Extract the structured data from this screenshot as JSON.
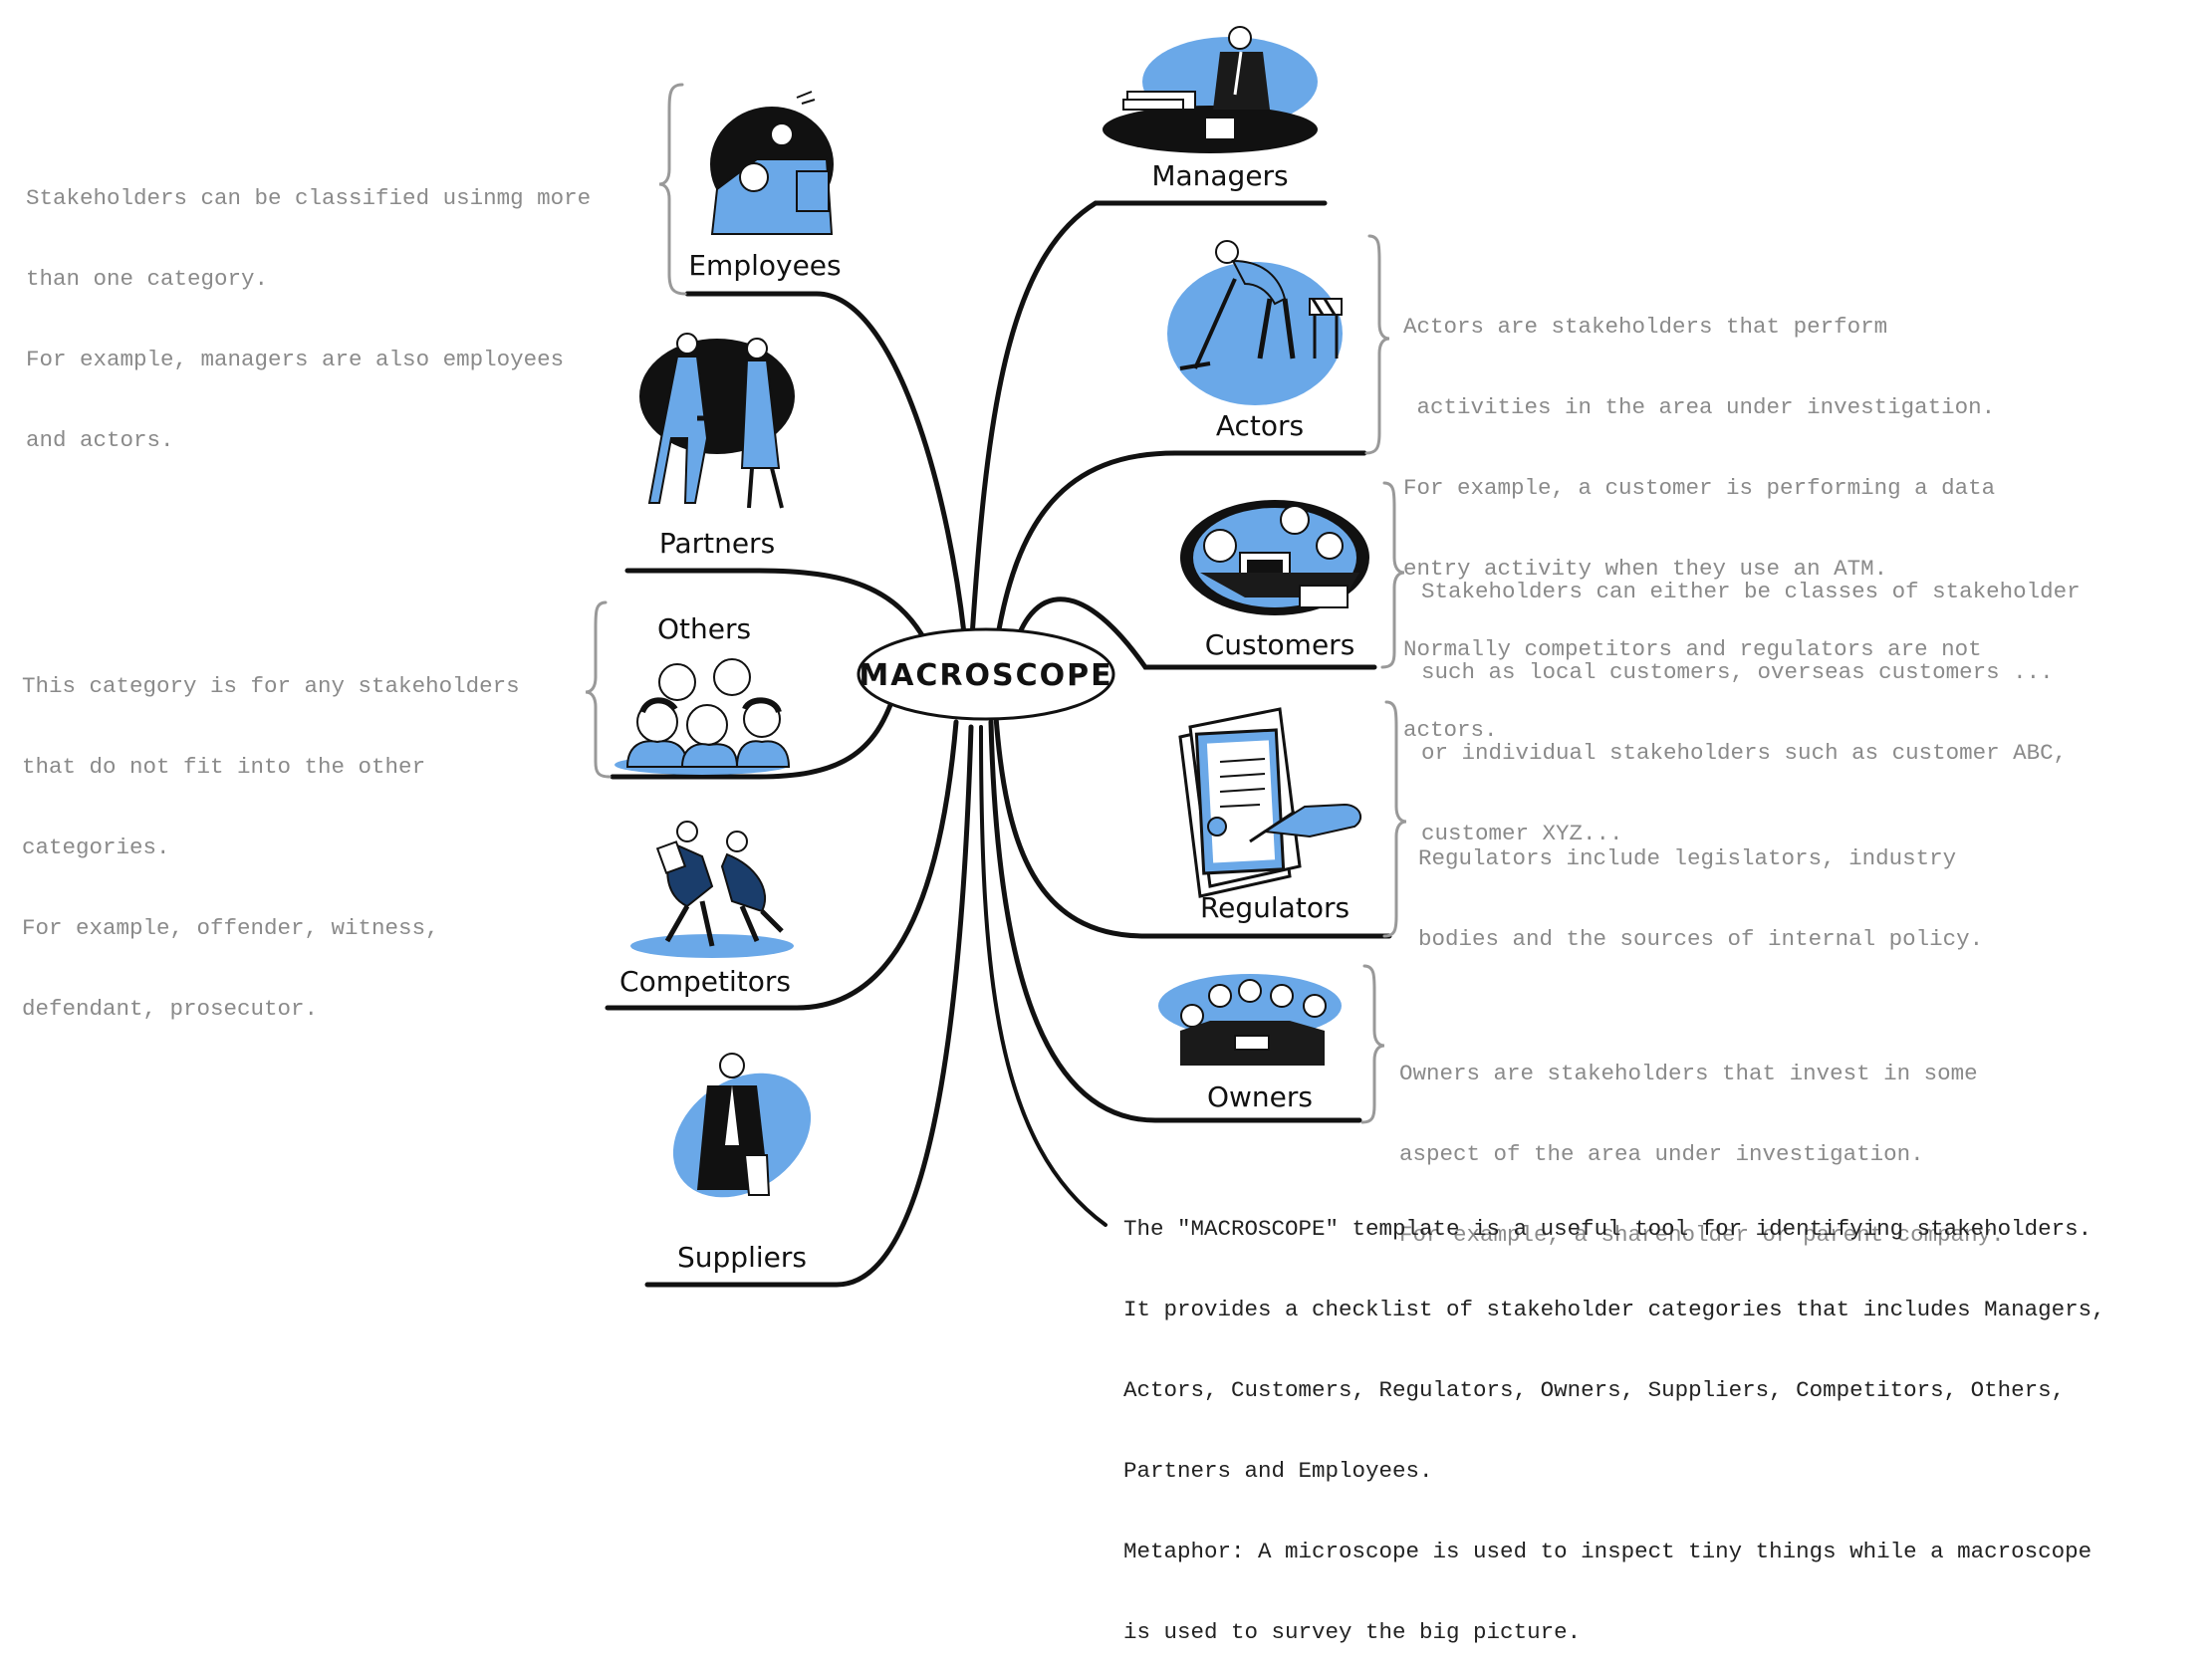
{
  "center": {
    "label": "MACROSCOPE"
  },
  "branches": {
    "managers": "Managers",
    "actors": "Actors",
    "customers": "Customers",
    "regulators": "Regulators",
    "owners": "Owners",
    "employees": "Employees",
    "partners": "Partners",
    "others": "Others",
    "competitors": "Competitors",
    "suppliers": "Suppliers"
  },
  "notes": {
    "employees": [
      "Stakeholders can be classified usinmg more",
      "than one category.",
      "For example, managers are also employees",
      "and actors."
    ],
    "others": [
      "This category is for any stakeholders",
      "that do not fit into the other",
      "categories.",
      "For example, offender, witness,",
      "defendant, prosecutor."
    ],
    "actors": [
      "Actors are stakeholders that perform",
      " activities in the area under investigation.",
      "For example, a customer is performing a data",
      "entry activity when they use an ATM.",
      "Normally competitors and regulators are not",
      "actors."
    ],
    "customers": [
      "Stakeholders can either be classes of stakeholder",
      "such as local customers, overseas customers ...",
      "or individual stakeholders such as customer ABC,",
      "customer XYZ..."
    ],
    "regulators": [
      "Regulators include legislators, industry",
      "bodies and the sources of internal policy."
    ],
    "owners": [
      "Owners are stakeholders that invest in some",
      "aspect of the area under investigation.",
      "For example, a shareholder or parent company."
    ],
    "summary": [
      "The \"MACROSCOPE\" template is a useful tool for identifying stakeholders.",
      "It provides a checklist of stakeholder categories that includes Managers,",
      "Actors, Customers, Regulators, Owners, Suppliers, Competitors, Others,",
      "Partners and Employees.",
      "Metaphor: A microscope is used to inspect tiny things while a macroscope",
      "is used to survey the big picture."
    ]
  },
  "colors": {
    "accent": "#6aa8e8",
    "ink": "#111111",
    "note_text": "#8a8a8a",
    "bracket": "#999999"
  }
}
